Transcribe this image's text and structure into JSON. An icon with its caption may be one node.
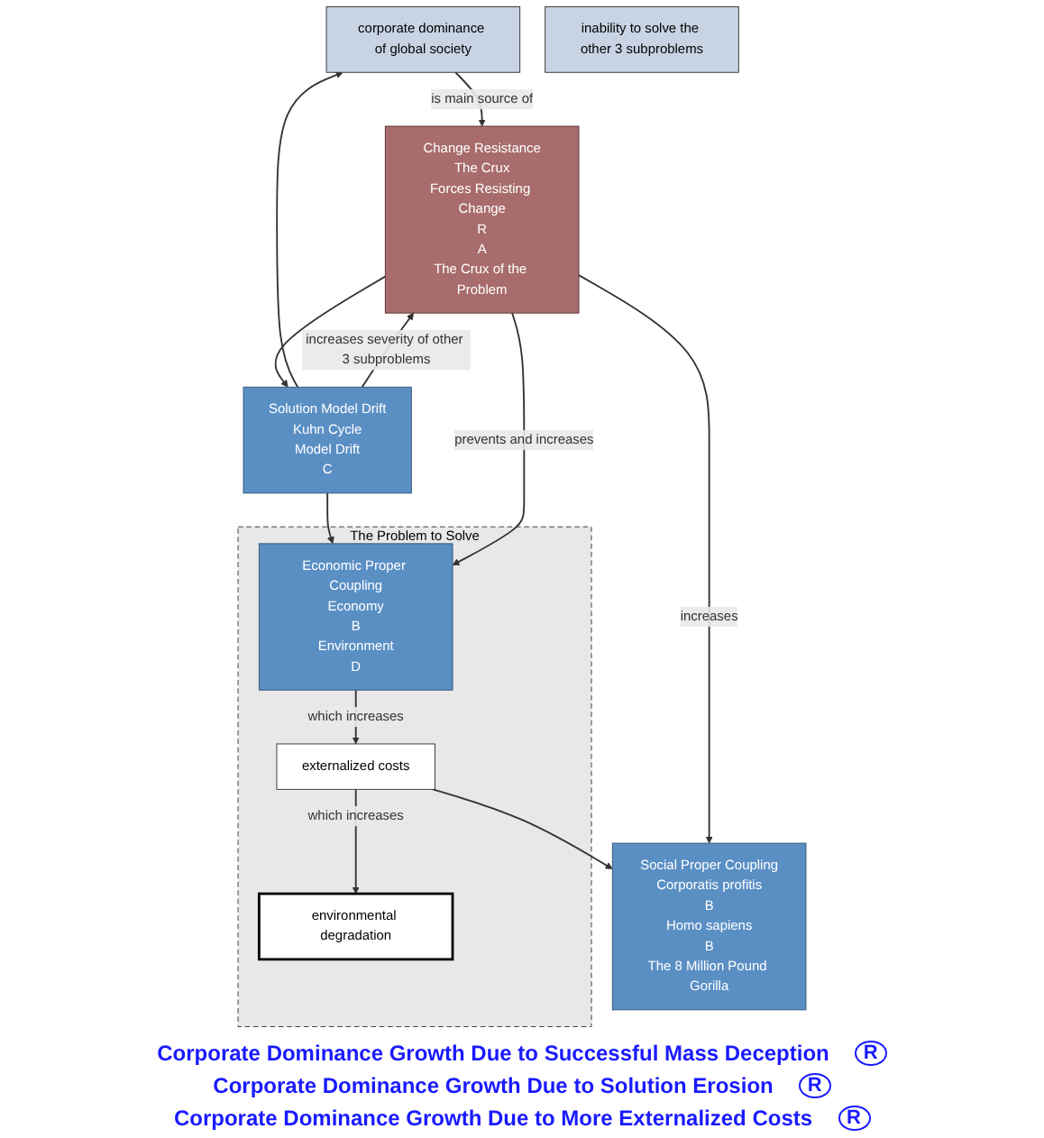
{
  "diagram": {
    "nodes": [
      {
        "text": [
          "Social Proper Coupling",
          "Corporatis profitis",
          "B",
          "Homo sapiens",
          "B",
          "The 8 Million Pound Gorilla"
        ]
      },
      {
        "text": [
          "corporate dominance of global society"
        ]
      },
      {
        "text": [
          "Change Resistance",
          "The Crux",
          "Forces Resisting Change",
          "R",
          "A",
          "The Crux of the Problem"
        ]
      },
      {
        "text": [
          "The Problem to Solve"
        ]
      },
      {
        "text": [
          "Economic Proper Coupling",
          "Economy",
          "B",
          "Environment",
          "D"
        ],
        "in": 3
      },
      {
        "text": [
          "Solution Model Drift",
          "Kuhn Cycle",
          "Model Drift",
          "C"
        ]
      },
      {
        "text": [
          "inability to solve the other 3 subproblems"
        ]
      },
      {
        "text": [
          "externalized costs"
        ],
        "in": 3
      },
      {
        "text": [
          "environmental degradation"
        ],
        "in": 3
      }
    ],
    "edges": [
      {
        "from": 7,
        "to": 0,
        "arrow": "to"
      },
      {
        "from": 1,
        "to": 2,
        "arrow": "to",
        "label": "is main source of"
      },
      {
        "from": 2,
        "to": 0,
        "arrow": "to",
        "label": "increases"
      },
      {
        "from": 2,
        "to": 5,
        "arrow": "to"
      },
      {
        "from": 5,
        "to": 1,
        "arrow": "to"
      },
      {
        "from": 5,
        "to": 2,
        "arrow": "to",
        "label": "increases severity of other 3 subproblems"
      },
      {
        "from": 5,
        "to": 4,
        "arrow": "to"
      },
      {
        "from": 2,
        "to": 4,
        "arrow": "to",
        "label": "prevents and increases"
      },
      {
        "from": 4,
        "to": 7,
        "arrow": "to",
        "label": "which increases"
      },
      {
        "from": 7,
        "to": 8,
        "arrow": "to",
        "label": "which increases"
      }
    ],
    "labels": [
      "Corporate Dominance Growth Due to Successful Mass Deception",
      "R",
      "Corporate Dominance Growth Due to Solution Erosion",
      "R",
      "Corporate Dominance Growth Due to More Externalized Costs",
      "R"
    ]
  }
}
